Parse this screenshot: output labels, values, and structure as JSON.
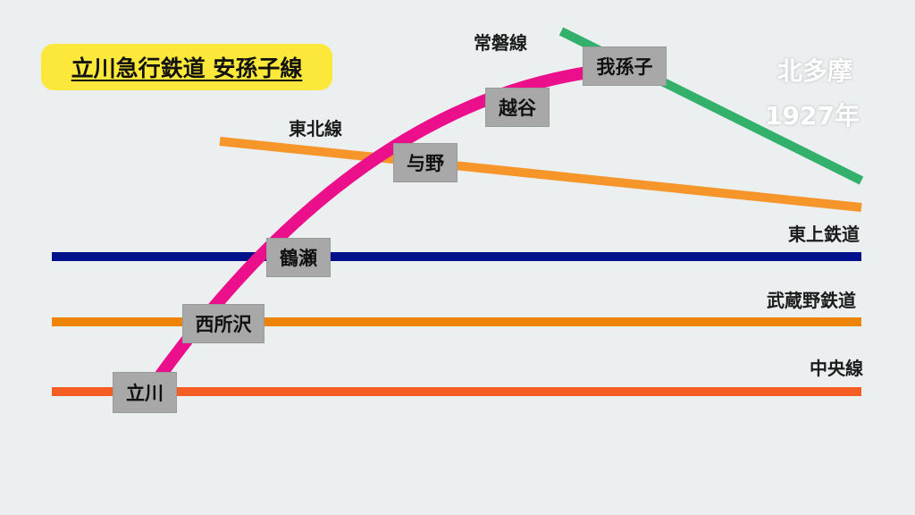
{
  "title": "立川急行鉄道 安孫子線",
  "colors": {
    "background": "#eceff0",
    "title_bg": "#fbe83a",
    "main_line": "#ec0f8c",
    "jouban": "#33b06c",
    "tohoku": "#f5952a",
    "tojo": "#00118a",
    "musashino": "#ee8406",
    "chuo": "#f55e22",
    "station_box": "#a8a8a8"
  },
  "corner": {
    "region": "北多摩",
    "year": "1927年"
  },
  "lines": [
    {
      "id": "jouban",
      "label": "常磐線"
    },
    {
      "id": "tohoku",
      "label": "東北線"
    },
    {
      "id": "tojo",
      "label": "東上鉄道"
    },
    {
      "id": "musashino",
      "label": "武蔵野鉄道"
    },
    {
      "id": "chuo",
      "label": "中央線"
    }
  ],
  "stations": [
    "立川",
    "西所沢",
    "鶴瀬",
    "与野",
    "越谷",
    "我孫子"
  ]
}
